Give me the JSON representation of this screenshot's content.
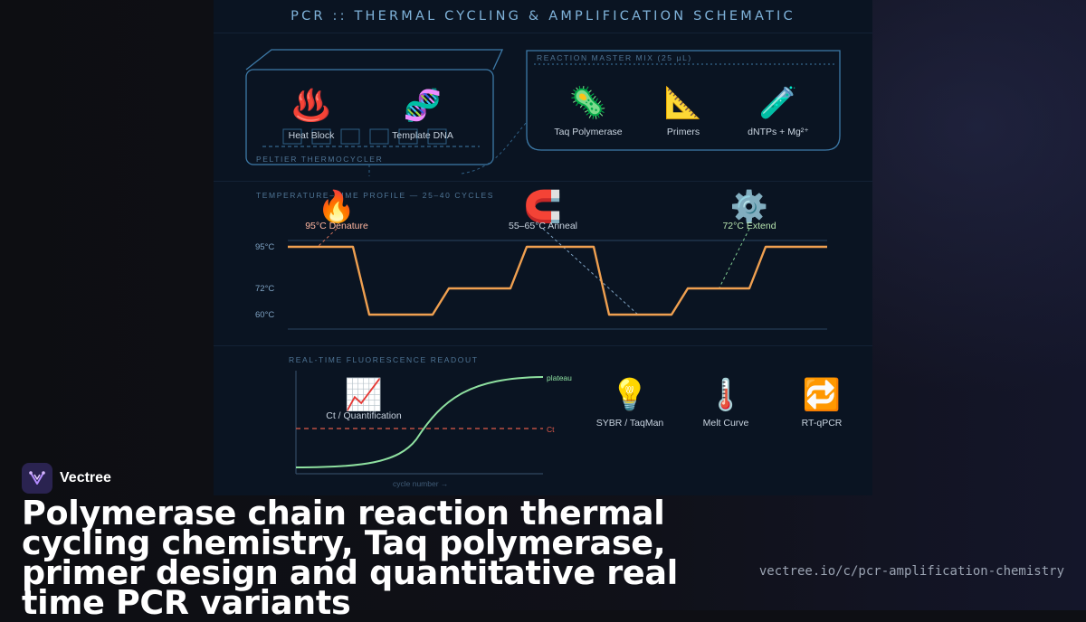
{
  "title": "PCR :: THERMAL CYCLING & AMPLIFICATION SCHEMATIC",
  "thermocycler": {
    "caption": "PELTIER THERMOCYCLER",
    "items": [
      {
        "icon": "heat-block-icon",
        "glyph": "♨️",
        "label": "Heat Block"
      },
      {
        "icon": "dna-icon",
        "glyph": "🧬",
        "label": "Template DNA"
      }
    ]
  },
  "master_mix": {
    "caption": "REACTION MASTER MIX (25 µL)",
    "items": [
      {
        "icon": "microbe-icon",
        "glyph": "🦠",
        "label": "Taq Polymerase"
      },
      {
        "icon": "triangle-ruler-icon",
        "glyph": "📐",
        "label": "Primers"
      },
      {
        "icon": "test-tube-icon",
        "glyph": "🧪",
        "label": "dNTPs + Mg²⁺"
      }
    ]
  },
  "profile": {
    "caption": "TEMPERATURE–TIME PROFILE — 25–40 CYCLES",
    "y_ticks": [
      "95°C",
      "72°C",
      "60°C"
    ],
    "steps": [
      {
        "icon": "fire-icon",
        "glyph": "🔥",
        "label": "95°C Denature"
      },
      {
        "icon": "magnet-icon",
        "glyph": "🧲",
        "label": "55–65°C Anneal"
      },
      {
        "icon": "gear-icon",
        "glyph": "⚙️",
        "label": "72°C Extend"
      }
    ]
  },
  "fluorescence": {
    "caption": "REAL-TIME FLUORESCENCE READOUT",
    "plateau_label": "plateau",
    "ct_label": "Ct",
    "x_label": "cycle number →",
    "curve_item": {
      "icon": "chart-increasing-icon",
      "glyph": "📈",
      "label": "Ct / Quantification"
    },
    "items": [
      {
        "icon": "light-bulb-icon",
        "glyph": "💡",
        "label": "SYBR / TaqMan"
      },
      {
        "icon": "thermometer-icon",
        "glyph": "🌡️",
        "label": "Melt Curve"
      },
      {
        "icon": "repeat-icon",
        "glyph": "🔁",
        "label": "RT-qPCR"
      }
    ]
  },
  "colors": {
    "accent": "#7fb2d9",
    "profile_line": "#f0a050",
    "curve": "#8ee0a0",
    "ct_line": "#e05a4a"
  },
  "brand": {
    "name": "Vectree"
  },
  "headline": "Polymerase chain reaction thermal cycling chemistry, Taq polymerase, primer design and quantitative real time PCR variants",
  "url": "vectree.io/c/pcr-amplification-chemistry"
}
